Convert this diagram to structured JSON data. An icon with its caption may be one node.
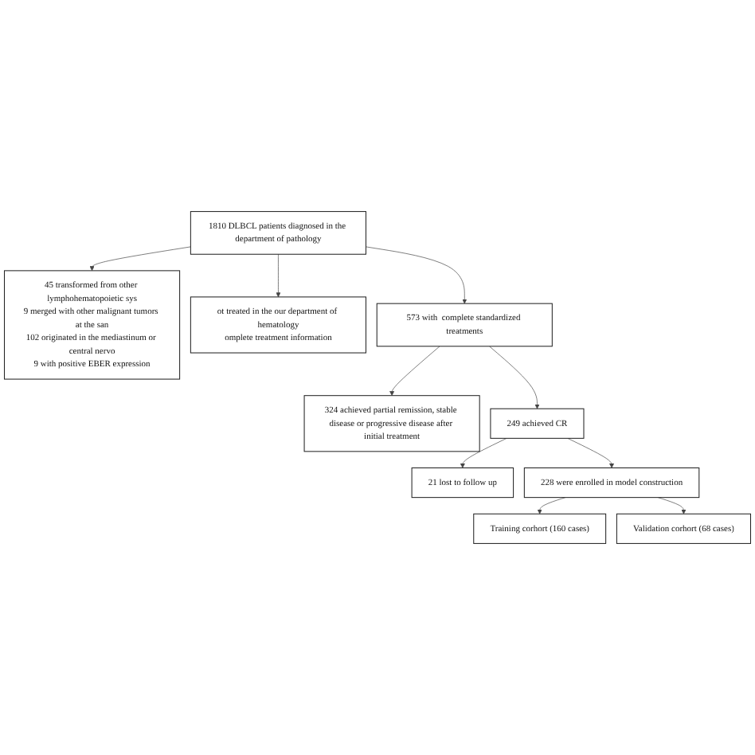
{
  "diagram": {
    "nodes": [
      {
        "text": [
          "1810 DLBCL patients diagnosed in the department of pathology"
        ]
      },
      {
        "text": [
          "45 transformed from other lymphohematopoietic sys",
          "9 merged with other malignant tumors at the san",
          "102 originated in the mediastinum or central nervo",
          "9 with positive EBER expression"
        ]
      },
      {
        "text": [
          "ot treated in the our department of hematology",
          "omplete treatment information"
        ]
      },
      {
        "text": [
          "573 with  complete standardized treatments"
        ]
      },
      {
        "text": [
          "324 achieved partial remission, stable disease or progressive disease after initial treatment"
        ]
      },
      {
        "text": [
          "249 achieved CR"
        ]
      },
      {
        "text": [
          "21 lost to follow up"
        ]
      },
      {
        "text": [
          "228 were enrolled in model construction"
        ]
      },
      {
        "text": [
          "Training corhort (160 cases)"
        ]
      },
      {
        "text": [
          "Validation corhort (68 cases)"
        ]
      }
    ],
    "edges": [
      {
        "from": 0,
        "to": 1,
        "arrow": "to"
      },
      {
        "from": 0,
        "to": 2,
        "arrow": "to"
      },
      {
        "from": 0,
        "to": 3,
        "arrow": "to"
      },
      {
        "from": 3,
        "to": 4,
        "arrow": "to"
      },
      {
        "from": 3,
        "to": 5,
        "arrow": "to"
      },
      {
        "from": 5,
        "to": 6,
        "arrow": "to"
      },
      {
        "from": 5,
        "to": 7,
        "arrow": "to"
      },
      {
        "from": 7,
        "to": 8,
        "arrow": "to"
      },
      {
        "from": 7,
        "to": 9,
        "arrow": "to"
      }
    ]
  }
}
